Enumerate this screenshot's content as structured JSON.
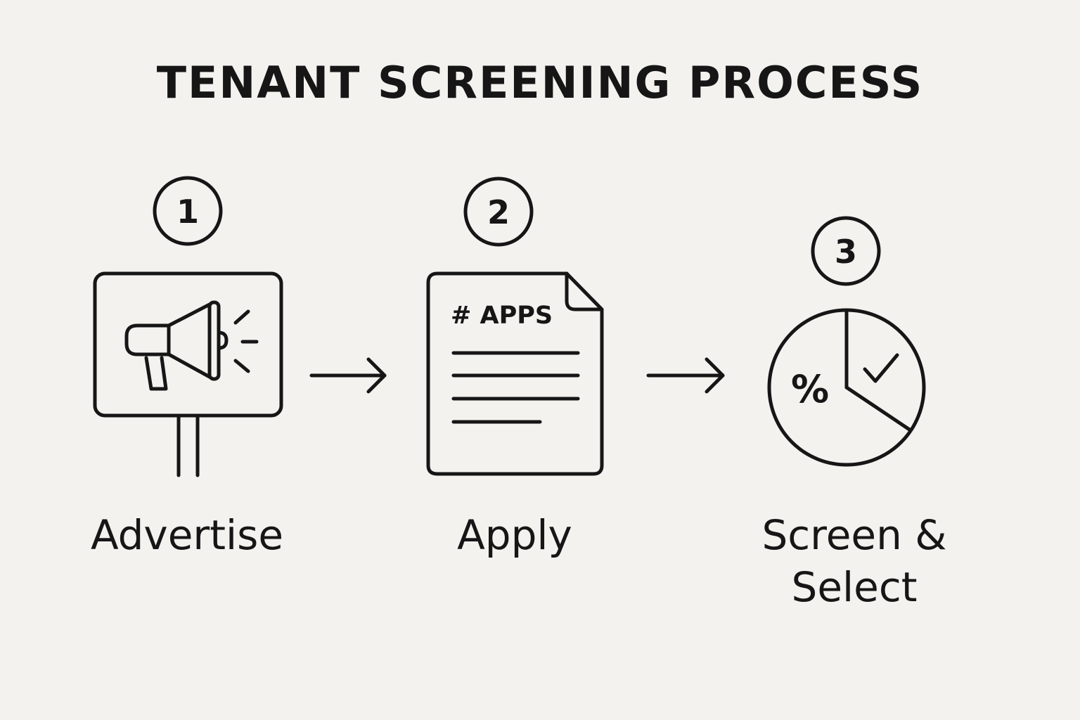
{
  "title": "TENANT SCREENING PROCESS",
  "colors": {
    "background": "#f3f2ef",
    "ink": "#161616"
  },
  "steps": [
    {
      "number": "1",
      "label": "Advertise",
      "icon": "megaphone-sign-icon"
    },
    {
      "number": "2",
      "label": "Apply",
      "icon": "document-icon",
      "doc_heading": "# APPS"
    },
    {
      "number": "3",
      "label": "Screen & Select",
      "icon": "pie-chart-check-icon",
      "symbol": "%"
    }
  ],
  "connectors": [
    "arrow-right-icon",
    "arrow-right-icon"
  ]
}
